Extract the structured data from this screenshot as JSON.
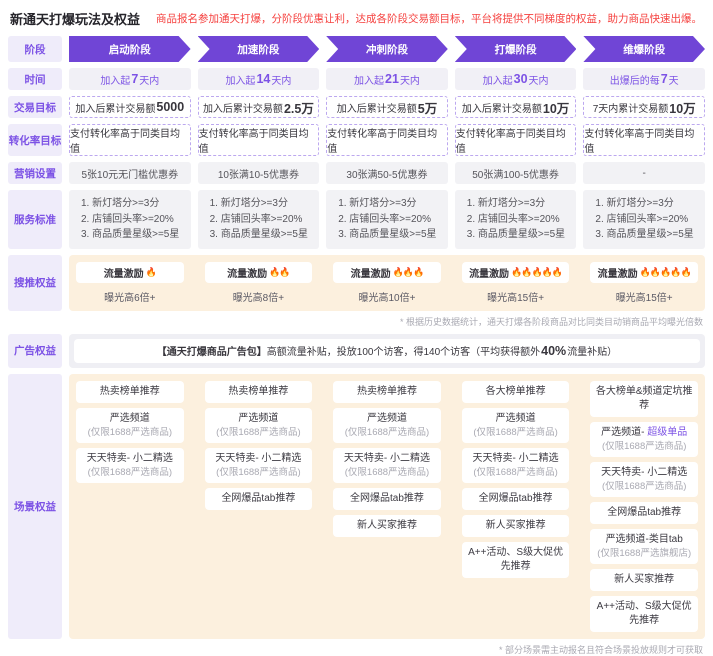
{
  "colors": {
    "accent_purple": "#7045d6",
    "label_purple": "#7c52e5",
    "band_orange": "#fcf0de",
    "band_gray": "#efeff4",
    "alert_red": "#f5413f",
    "flame_orange": "#ff7a1a"
  },
  "header": {
    "title": "新通天打爆玩法及权益",
    "subtitle": "商品报名参加通天打爆，分阶段优惠让利，达成各阶段交易额目标，平台将提供不同梯度的权益，助力商品快速出爆。"
  },
  "row_labels": {
    "stage": "阶段",
    "time": "时间",
    "gmv": "交易目标",
    "cvr": "转化率目标",
    "marketing": "营销设置",
    "service": "服务标准",
    "search": "搜推权益",
    "ads": "广告权益",
    "scene": "场景权益"
  },
  "stages": [
    "启动阶段",
    "加速阶段",
    "冲刺阶段",
    "打爆阶段",
    "维爆阶段"
  ],
  "time": [
    {
      "pre": "加入起",
      "num": "7",
      "suf": "天内"
    },
    {
      "pre": "加入起",
      "num": "14",
      "suf": "天内"
    },
    {
      "pre": "加入起",
      "num": "21",
      "suf": "天内"
    },
    {
      "pre": "加入起",
      "num": "30",
      "suf": "天内"
    },
    {
      "pre": "出爆后的每",
      "num": "7",
      "suf": "天"
    }
  ],
  "gmv": [
    {
      "pre": "加入后累计交易额",
      "num": "5000"
    },
    {
      "pre": "加入后累计交易额",
      "num": "2.5万"
    },
    {
      "pre": "加入后累计交易额",
      "num": "5万"
    },
    {
      "pre": "加入后累计交易额",
      "num": "10万"
    },
    {
      "pre": "7天内累计交易额",
      "num": "10万"
    }
  ],
  "cvr": {
    "text": "支付转化率高于同类目均值"
  },
  "marketing": [
    "5张10元无门槛优惠券",
    "10张满10-5优惠券",
    "30张满50-5优惠券",
    "50张满100-5优惠券",
    "-"
  ],
  "service": {
    "lines": [
      "1. 新灯塔分>=3分",
      "2. 店铺回头率>=20%",
      "3. 商品质量星级>=5星"
    ]
  },
  "search": {
    "label": "流量激励",
    "flames": [
      "🔥",
      "🔥🔥",
      "🔥🔥🔥",
      "🔥🔥🔥🔥🔥",
      "🔥🔥🔥🔥🔥"
    ],
    "exposure": [
      "曝光高6倍+",
      "曝光高8倍+",
      "曝光高10倍+",
      "曝光高15倍+",
      "曝光高15倍+"
    ],
    "footnote": "* 根据历史数据统计，通天打爆各阶段商品对比同类目动销商品平均曝光倍数"
  },
  "ads": {
    "bold": "【通天打爆商品广告包】",
    "mid": "高额流量补贴，投放100个访客，得140个访客（平均获得额外",
    "pct": "40%",
    "end": "流量补贴）"
  },
  "scene": {
    "cols": [
      {
        "items": [
          {
            "t": "热卖榜单推荐"
          },
          {
            "t": "严选频道",
            "sub": "(仅限1688严选商品)"
          },
          {
            "t": "天天特卖- 小二精选",
            "sub": "(仅限1688严选商品)"
          }
        ]
      },
      {
        "items": [
          {
            "t": "热卖榜单推荐"
          },
          {
            "t": "严选频道",
            "sub": "(仅限1688严选商品)"
          },
          {
            "t": "天天特卖- 小二精选",
            "sub": "(仅限1688严选商品)"
          },
          {
            "t": "全网爆品tab推荐"
          }
        ]
      },
      {
        "items": [
          {
            "t": "热卖榜单推荐"
          },
          {
            "t": "严选频道",
            "sub": "(仅限1688严选商品)"
          },
          {
            "t": "天天特卖- 小二精选",
            "sub": "(仅限1688严选商品)"
          },
          {
            "t": "全网爆品tab推荐"
          },
          {
            "t": "新人买家推荐"
          }
        ]
      },
      {
        "items": [
          {
            "t": "各大榜单推荐"
          },
          {
            "t": "严选频道",
            "sub": "(仅限1688严选商品)"
          },
          {
            "t": "天天特卖- 小二精选",
            "sub": "(仅限1688严选商品)"
          },
          {
            "t": "全网爆品tab推荐"
          },
          {
            "t": "新人买家推荐"
          },
          {
            "t": "A++活动、S级大促优先推荐"
          }
        ]
      },
      {
        "items": [
          {
            "t": "各大榜单&频道定坑推荐"
          },
          {
            "t": "严选频道- ",
            "hl": "超级单品",
            "sub": "(仅限1688严选商品)"
          },
          {
            "t": "天天特卖- 小二精选",
            "sub": "(仅限1688严选商品)"
          },
          {
            "t": "全网爆品tab推荐"
          },
          {
            "t": "严选频道-类目tab",
            "sub": "(仅限1688严选旗舰店)"
          },
          {
            "t": "新人买家推荐"
          },
          {
            "t": "A++活动、S级大促优先推荐"
          }
        ]
      }
    ],
    "footnote": "* 部分场景需主动报名且符合场景投放规则才可获取"
  }
}
